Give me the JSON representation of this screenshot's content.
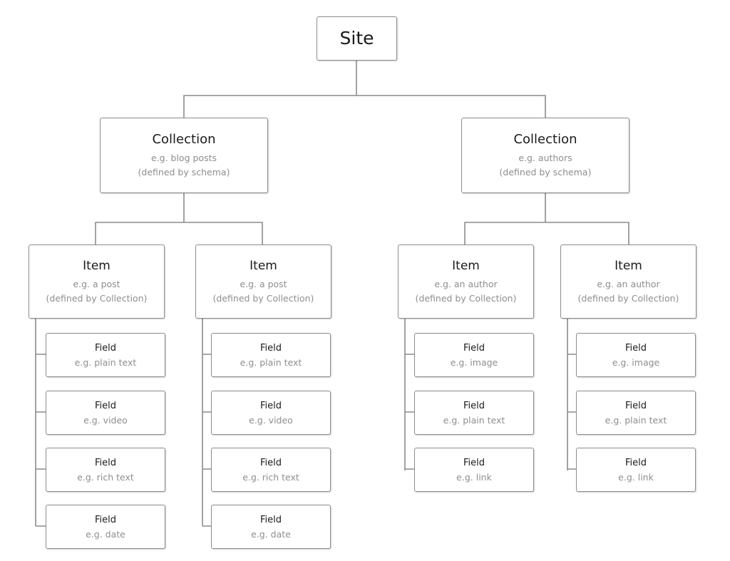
{
  "diagram": {
    "site": {
      "label": "Site"
    },
    "collections": [
      {
        "label": "Collection",
        "example": "e.g. blog posts",
        "note": "(defined by schema)",
        "items": [
          {
            "label": "Item",
            "example": "e.g. a post",
            "note": "(defined by Collection)",
            "fields": [
              {
                "label": "Field",
                "example": "e.g. plain text"
              },
              {
                "label": "Field",
                "example": "e.g. video"
              },
              {
                "label": "Field",
                "example": "e.g. rich text"
              },
              {
                "label": "Field",
                "example": "e.g. date"
              }
            ]
          },
          {
            "label": "Item",
            "example": "e.g. a post",
            "note": "(defined by Collection)",
            "fields": [
              {
                "label": "Field",
                "example": "e.g. plain text"
              },
              {
                "label": "Field",
                "example": "e.g. video"
              },
              {
                "label": "Field",
                "example": "e.g. rich text"
              },
              {
                "label": "Field",
                "example": "e.g. date"
              }
            ]
          }
        ]
      },
      {
        "label": "Collection",
        "example": "e.g. authors",
        "note": "(defined by schema)",
        "items": [
          {
            "label": "Item",
            "example": "e.g. an author",
            "note": "(defined by Collection)",
            "fields": [
              {
                "label": "Field",
                "example": "e.g. image"
              },
              {
                "label": "Field",
                "example": "e.g. plain text"
              },
              {
                "label": "Field",
                "example": "e.g. link"
              }
            ]
          },
          {
            "label": "Item",
            "example": "e.g. an author",
            "note": "(defined by Collection)",
            "fields": [
              {
                "label": "Field",
                "example": "e.g. image"
              },
              {
                "label": "Field",
                "example": "e.g. plain text"
              },
              {
                "label": "Field",
                "example": "e.g. link"
              }
            ]
          }
        ]
      }
    ]
  },
  "colors": {
    "border": "#8c8c8c",
    "line": "#8c8c8c",
    "text": "#1a1a1a",
    "muted": "#8e8e8e"
  }
}
